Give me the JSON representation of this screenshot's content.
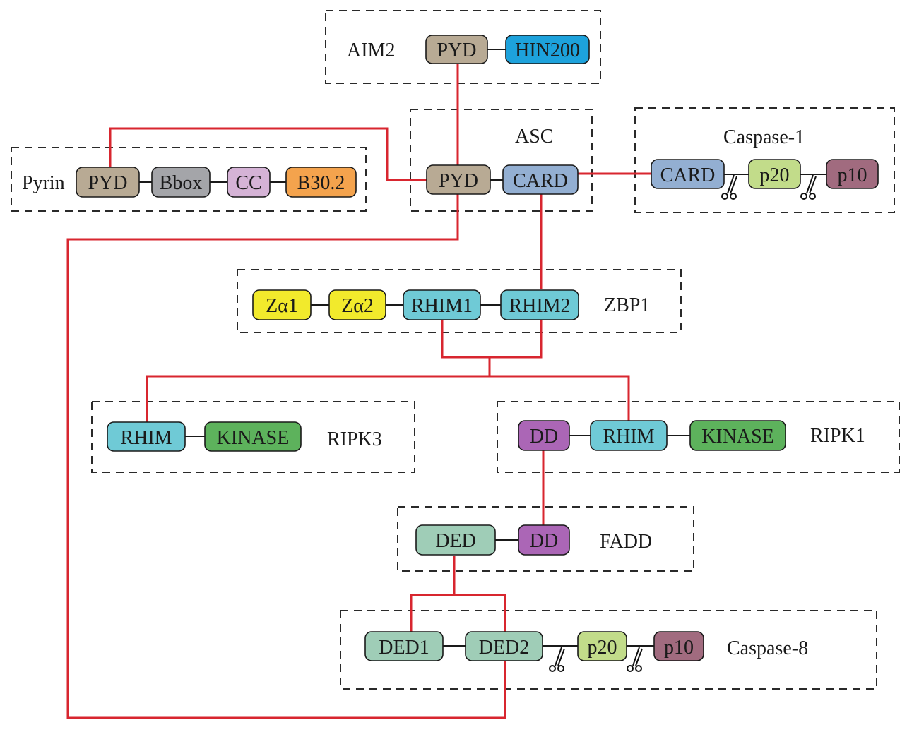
{
  "colors": {
    "PYD": "#b8aa94",
    "HIN200": "#1da2dc",
    "Bbox": "#a4a5a9",
    "CC": "#d5b3d6",
    "B30.2": "#f4a34d",
    "CARD": "#93afd2",
    "p20": "#c2dc8a",
    "p10": "#a16b7f",
    "Za": "#f2ea2c",
    "RHIM": "#6fcad6",
    "KINASE": "#5db25c",
    "DD": "#ab66b6",
    "DED": "#9fcdb7",
    "link": "#d8262f"
  },
  "groups": {
    "aim2": {
      "name": "AIM2",
      "domains": [
        "PYD",
        "HIN200"
      ]
    },
    "pyrin": {
      "name": "Pyrin",
      "domains": [
        "PYD",
        "Bbox",
        "CC",
        "B30.2"
      ]
    },
    "asc": {
      "name": "ASC",
      "domains": [
        "PYD",
        "CARD"
      ]
    },
    "caspase1": {
      "name": "Caspase-1",
      "domains": [
        "CARD",
        "p20",
        "p10"
      ]
    },
    "zbp1": {
      "name": "ZBP1",
      "domains": [
        "Zα1",
        "Zα2",
        "RHIM1",
        "RHIM2"
      ]
    },
    "ripk3": {
      "name": "RIPK3",
      "domains": [
        "RHIM",
        "KINASE"
      ]
    },
    "ripk1": {
      "name": "RIPK1",
      "domains": [
        "DD",
        "RHIM",
        "KINASE"
      ]
    },
    "fadd": {
      "name": "FADD",
      "domains": [
        "DED",
        "DD"
      ]
    },
    "caspase8": {
      "name": "Caspase-8",
      "domains": [
        "DED1",
        "DED2",
        "p20",
        "p10"
      ]
    }
  }
}
